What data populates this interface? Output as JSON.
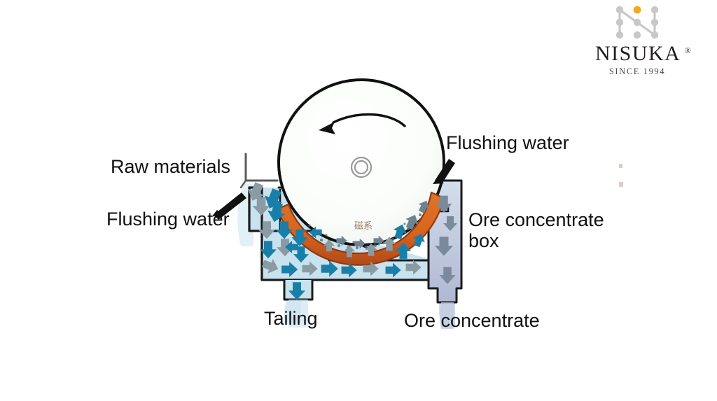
{
  "brand": {
    "name": "NISUKA",
    "registered_mark": "®",
    "tagline": "SINCE 1994",
    "logo_icon": "nisuka-dot-grid-logo",
    "accent_color": "#F5A623",
    "dot_color": "#C8C8C8",
    "text_color": "#231F20"
  },
  "diagram": {
    "title": "Wet drum magnetic separator flow diagram",
    "labels": {
      "raw_materials": "Raw materials",
      "flushing_water_left": "Flushing water",
      "flushing_water_right": "Flushing water",
      "ore_concentrate_box": "Ore concentrate\nbox",
      "tailing": "Tailing",
      "ore_concentrate": "Ore concentrate"
    },
    "parts": {
      "drum": "rotating-drum",
      "drum_hub": "drum-shaft-hub",
      "rotation_arrow": "counterclockwise-rotation-arrow",
      "magnet_arc": "magnetic-system-arc",
      "magnet_arc_text": "磁系",
      "tank": "separation-tank",
      "feed_chute": "raw-material-feed-chute",
      "concentrate_channel": "ore-concentrate-discharge-channel",
      "tailing_outlet": "tailing-discharge-outlet",
      "pointer_left": "flushing-water-pointer-left",
      "pointer_right": "flushing-water-pointer-right"
    },
    "colors": {
      "background": "#FFFFFF",
      "magnet_orange": "#D9641E",
      "magnet_orange_dark": "#A8431A",
      "water_fill": "#C8E2EE",
      "water_fill_light": "#DCEEF6",
      "concentrate_fill": "#BFC6DC",
      "arrow_blue": "#1A7FA8",
      "arrow_gray": "#8A9BA3",
      "arrow_slate": "#7A8A9C",
      "outline": "#1B1B1B",
      "drum_fill": "#FAFCFA"
    },
    "flow": {
      "drum_rotation": "counterclockwise",
      "feed_direction": "down",
      "tailing_direction": "down",
      "concentrate_direction": "down"
    }
  }
}
